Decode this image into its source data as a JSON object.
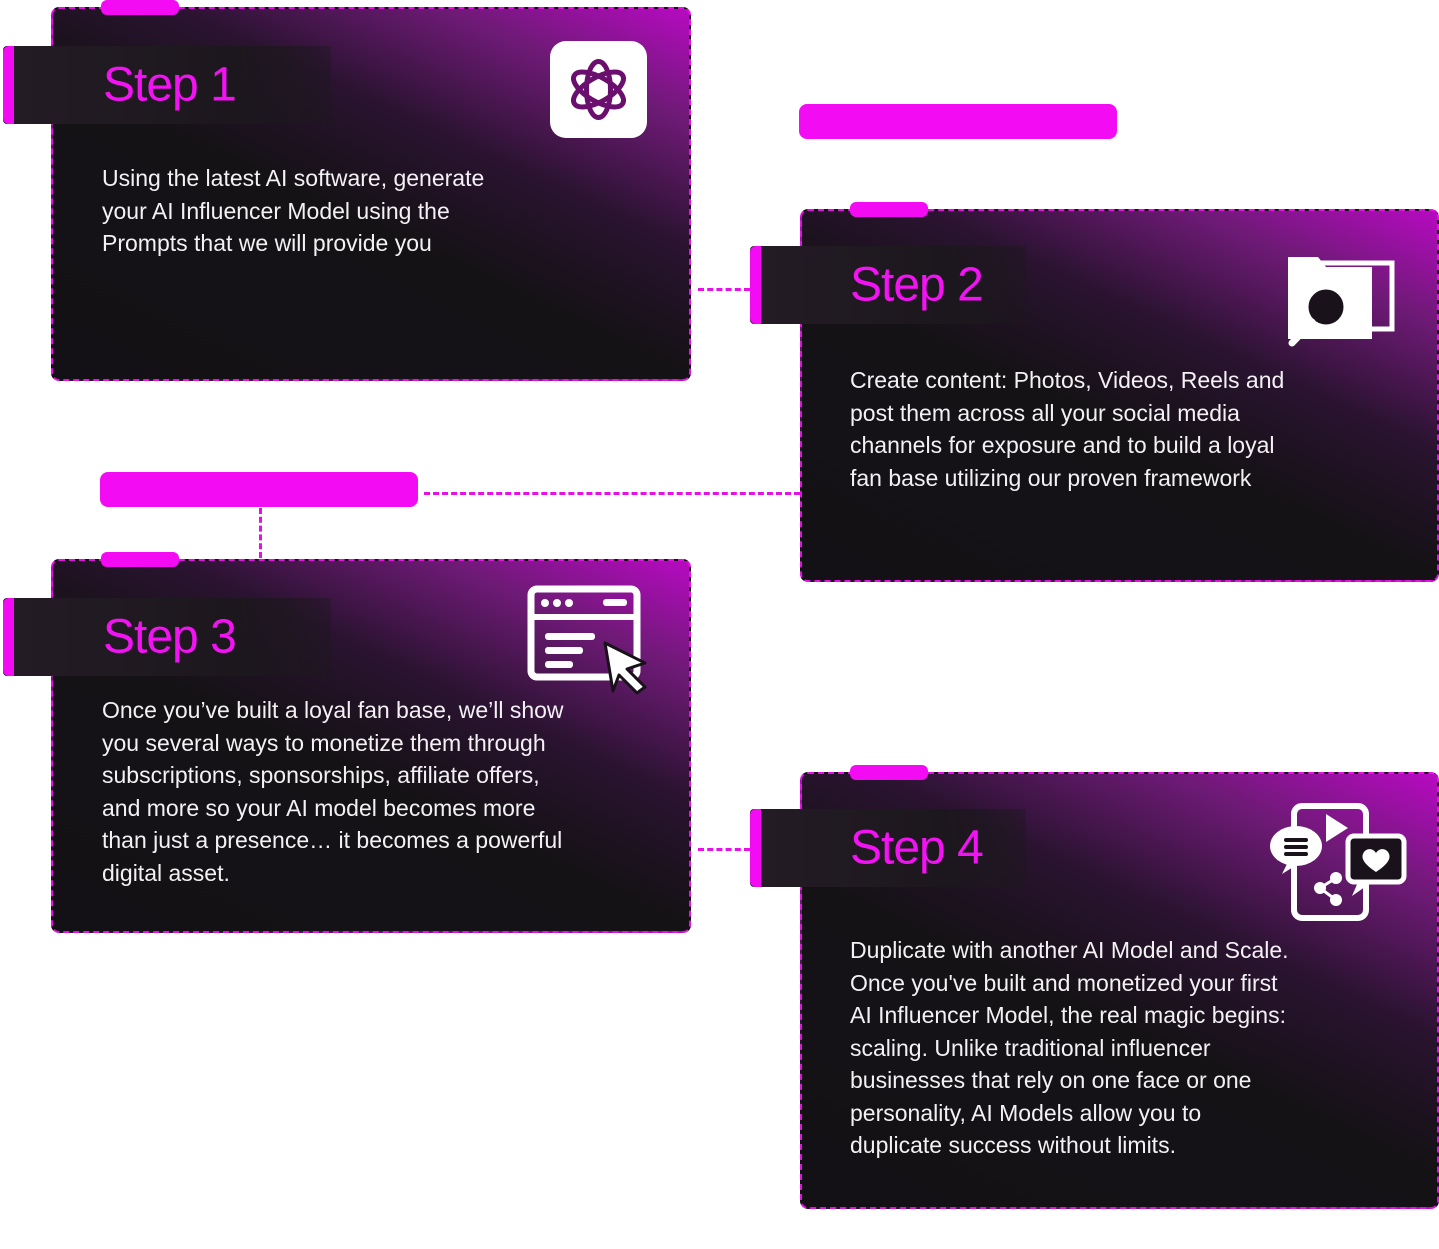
{
  "steps": [
    {
      "label": "Step 1",
      "description": "Using the latest AI software, generate your AI Influencer Model using the Prompts that we will provide you",
      "icon": "openai-logo-icon"
    },
    {
      "label": "Step 2",
      "description": "Create content: Photos, Videos, Reels and post them across all your social media channels for exposure and to build a loyal fan base utilizing our proven framework",
      "icon": "folder-search-icon"
    },
    {
      "label": "Step 3",
      "description": "Once you’ve built a loyal fan base, we’ll show you several ways to monetize them through subscriptions, sponsorships, affiliate offers, and more so your AI model becomes more than just a presence… it becomes a powerful digital asset.",
      "icon": "browser-cursor-icon"
    },
    {
      "label": "Step 4",
      "description": "Duplicate with another AI Model and Scale. Once you've built and monetized your first AI Influencer Model, the real magic begins: scaling. Unlike traditional influencer businesses that rely on one face or one personality, AI Models allow you to duplicate success without limits.",
      "icon": "social-media-phone-icon"
    }
  ],
  "colors": {
    "accent": "#f30cf3",
    "card_dark": "#131115",
    "text": "#f4f1f5"
  }
}
